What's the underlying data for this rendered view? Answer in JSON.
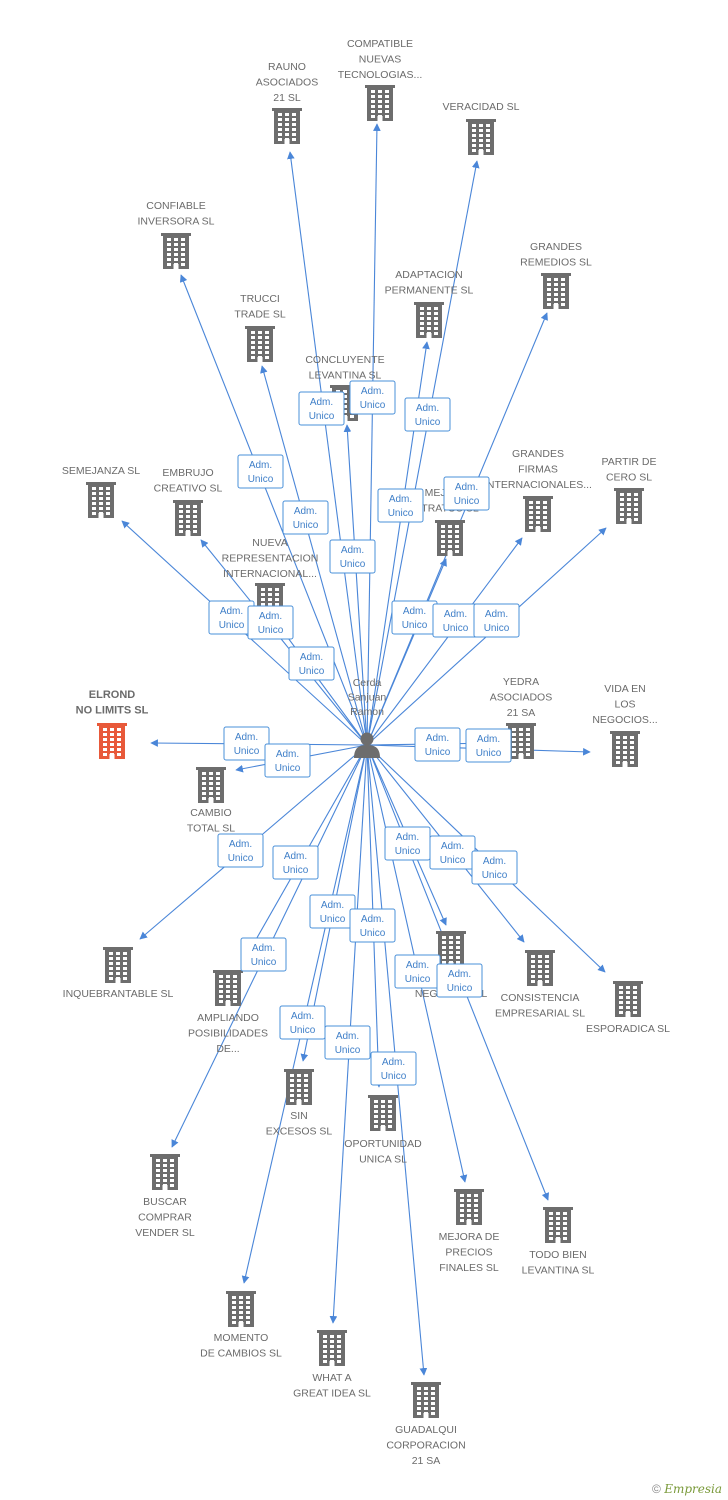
{
  "center": {
    "name": "Cerda Sanjuan Ramon",
    "lines": [
      "Cerda",
      "Sanjuan",
      "Ramon"
    ],
    "icon": "person-icon"
  },
  "role_label": {
    "line1": "Adm.",
    "line2": "Unico"
  },
  "colors": {
    "edge": "#4a86d8",
    "building": "#6d6d6d",
    "focus": "#e8593a",
    "role_text": "#3f7fc8"
  },
  "footer": {
    "copyright": "©",
    "brand": "Empresia"
  },
  "companies": [
    {
      "id": "rauno",
      "lines": [
        "RAUNO",
        "ASOCIADOS",
        "21 SL"
      ]
    },
    {
      "id": "compatible",
      "lines": [
        "COMPATIBLE",
        "NUEVAS",
        "TECNOLOGIAS..."
      ]
    },
    {
      "id": "veracidad",
      "lines": [
        "VERACIDAD SL"
      ]
    },
    {
      "id": "confiable",
      "lines": [
        "CONFIABLE",
        "INVERSORA SL"
      ]
    },
    {
      "id": "grandes-remedios",
      "lines": [
        "GRANDES",
        "REMEDIOS SL"
      ]
    },
    {
      "id": "adaptacion",
      "lines": [
        "ADAPTACION",
        "PERMANENTE SL"
      ]
    },
    {
      "id": "trucci",
      "lines": [
        "TRUCCI",
        "TRADE SL"
      ]
    },
    {
      "id": "concluyente",
      "lines": [
        "CONCLUYENTE",
        "LEVANTINA SL"
      ]
    },
    {
      "id": "semejanza",
      "lines": [
        "SEMEJANZA SL"
      ]
    },
    {
      "id": "embrujo",
      "lines": [
        "EMBRUJO",
        "CREATIVO SL"
      ]
    },
    {
      "id": "mejores-tratos",
      "lines": [
        "MEJORES",
        "TRATOS SL"
      ]
    },
    {
      "id": "grandes-firmas",
      "lines": [
        "GRANDES",
        "FIRMAS",
        "INTERNACIONALES..."
      ]
    },
    {
      "id": "partir",
      "lines": [
        "PARTIR DE",
        "CERO SL"
      ]
    },
    {
      "id": "nueva-rep",
      "lines": [
        "NUEVA",
        "REPRESENTACION",
        "INTERNACIONAL..."
      ]
    },
    {
      "id": "elrond",
      "lines": [
        "ELROND",
        "NO LIMITS SL"
      ],
      "focus": true
    },
    {
      "id": "yedra",
      "lines": [
        "YEDRA",
        "ASOCIADOS",
        "21 SA"
      ]
    },
    {
      "id": "vida",
      "lines": [
        "VIDA EN",
        "LOS",
        "NEGOCIOS..."
      ]
    },
    {
      "id": "cambio",
      "lines": [
        "CAMBIO",
        "TOTAL SL"
      ]
    },
    {
      "id": "inquebrantable",
      "lines": [
        "INQUEBRANTABLE SL"
      ]
    },
    {
      "id": "ampliando",
      "lines": [
        "AMPLIANDO",
        "POSIBILIDADES",
        "DE..."
      ]
    },
    {
      "id": "negocios",
      "lines": [
        "NEGOCIOS SL"
      ]
    },
    {
      "id": "consistencia",
      "lines": [
        "CONSISTENCIA",
        "EMPRESARIAL SL"
      ]
    },
    {
      "id": "esporadica",
      "lines": [
        "ESPORADICA SL"
      ]
    },
    {
      "id": "sin-excesos",
      "lines": [
        "SIN",
        "EXCESOS SL"
      ]
    },
    {
      "id": "oportunidad",
      "lines": [
        "OPORTUNIDAD",
        "UNICA SL"
      ]
    },
    {
      "id": "buscar",
      "lines": [
        "BUSCAR",
        "COMPRAR",
        "VENDER SL"
      ]
    },
    {
      "id": "mejora-precios",
      "lines": [
        "MEJORA DE",
        "PRECIOS",
        "FINALES SL"
      ]
    },
    {
      "id": "todo-bien",
      "lines": [
        "TODO BIEN",
        "LEVANTINA SL"
      ]
    },
    {
      "id": "momento",
      "lines": [
        "MOMENTO",
        "DE CAMBIOS SL"
      ]
    },
    {
      "id": "what-a",
      "lines": [
        "WHAT A",
        "GREAT IDEA SL"
      ]
    },
    {
      "id": "guadalqui",
      "lines": [
        "GUADALQUI",
        "CORPORACION",
        "21 SA"
      ]
    }
  ]
}
